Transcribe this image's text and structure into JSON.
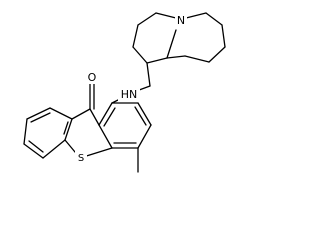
{
  "molecule": {
    "atom_labels": {
      "oxygen": "O",
      "amine": "HN",
      "ring_nitrogen": "N",
      "sulfur": "S"
    }
  }
}
